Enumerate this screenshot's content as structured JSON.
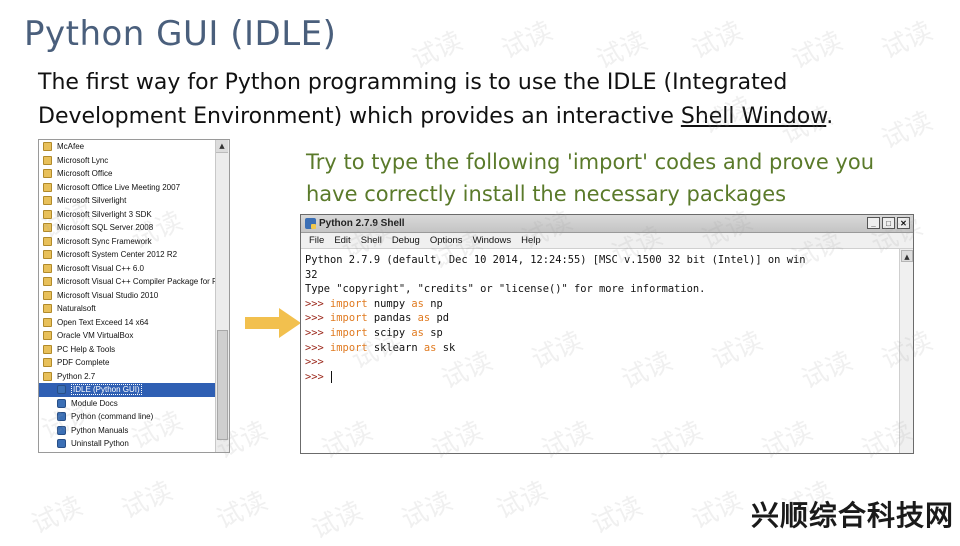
{
  "slide": {
    "title": "Python GUI (IDLE)",
    "intro_text": "The first way for Python programming is to use the IDLE (Integrated Development Environment) which provides an interactive",
    "intro_link": "Shell Window",
    "intro_end": ".",
    "hint": "Try to type the following 'import' codes and prove you have correctly install the necessary packages"
  },
  "start_menu": {
    "items": [
      {
        "label": "McAfee",
        "icon": "folder-icon"
      },
      {
        "label": "Microsoft Lync",
        "icon": "folder-icon"
      },
      {
        "label": "Microsoft Office",
        "icon": "folder-icon"
      },
      {
        "label": "Microsoft Office Live Meeting 2007",
        "icon": "folder-icon"
      },
      {
        "label": "Microsoft Silverlight",
        "icon": "folder-icon"
      },
      {
        "label": "Microsoft Silverlight 3 SDK",
        "icon": "folder-icon"
      },
      {
        "label": "Microsoft SQL Server 2008",
        "icon": "folder-icon"
      },
      {
        "label": "Microsoft Sync Framework",
        "icon": "folder-icon"
      },
      {
        "label": "Microsoft System Center 2012 R2",
        "icon": "folder-icon"
      },
      {
        "label": "Microsoft Visual C++ 6.0",
        "icon": "folder-icon"
      },
      {
        "label": "Microsoft Visual C++ Compiler Package for P",
        "icon": "folder-icon"
      },
      {
        "label": "Microsoft Visual Studio 2010",
        "icon": "folder-icon"
      },
      {
        "label": "Naturalsoft",
        "icon": "folder-icon"
      },
      {
        "label": "Open Text Exceed 14 x64",
        "icon": "folder-icon"
      },
      {
        "label": "Oracle VM VirtualBox",
        "icon": "folder-icon"
      },
      {
        "label": "PC Help & Tools",
        "icon": "folder-icon"
      },
      {
        "label": "PDF Complete",
        "icon": "folder-icon"
      },
      {
        "label": "Python 2.7",
        "icon": "folder-icon"
      },
      {
        "label": "IDLE (Python GUI)",
        "icon": "python-icon",
        "sub": true,
        "selected": true
      },
      {
        "label": "Module Docs",
        "icon": "python-icon",
        "sub": true
      },
      {
        "label": "Python (command line)",
        "icon": "python-icon",
        "sub": true
      },
      {
        "label": "Python Manuals",
        "icon": "python-icon",
        "sub": true
      },
      {
        "label": "Uninstall Python",
        "icon": "python-icon",
        "sub": true
      }
    ]
  },
  "shell": {
    "title": "Python 2.7.9 Shell",
    "menus": [
      "File",
      "Edit",
      "Shell",
      "Debug",
      "Options",
      "Windows",
      "Help"
    ],
    "banner_1": "Python 2.7.9 (default, Dec 10 2014, 12:24:55) [MSC v.1500 32 bit (Intel)] on win",
    "banner_2": "32",
    "banner_3": "Type \"copyright\", \"credits\" or \"license()\" for more information.",
    "prompt": ">>>",
    "imports": [
      {
        "kw1": "import",
        "module": "numpy",
        "kw2": "as",
        "alias": "np"
      },
      {
        "kw1": "import",
        "module": "pandas",
        "kw2": "as",
        "alias": "pd"
      },
      {
        "kw1": "import",
        "module": "scipy",
        "kw2": "as",
        "alias": "sp"
      },
      {
        "kw1": "import",
        "module": "sklearn",
        "kw2": "as",
        "alias": "sk"
      }
    ]
  },
  "watermark": {
    "text": "试读"
  },
  "site_mark": "兴顺综合科技网"
}
